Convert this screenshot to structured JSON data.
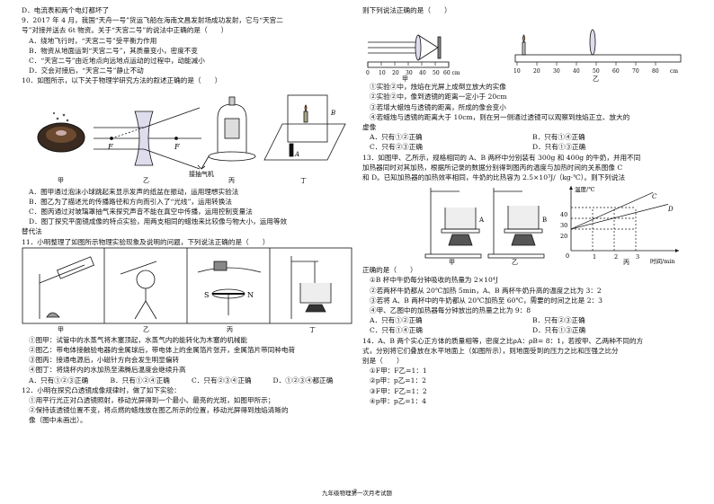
{
  "left": {
    "top_option": "D．电流表和两个电灯都坏了",
    "q9": {
      "stem": [
        "9．2017 年 4 月，我国“天舟一号”货运飞船在海南文昌发射场成功发射，它与“天宫二",
        "号”对接并送去 6t 物资。关于“天宫二号”的说法中正确的是（　　）"
      ],
      "options": [
        "A．绕地飞行时，“天宫二号”受平衡力作用",
        "B．物资从地面运到“天宫二号”，其质量变小，密度不变",
        "C．“天宫二号”由近地点向远地点运动的过程中，动能减小",
        "D．交会对接后，“天宫二号”静止不动"
      ]
    },
    "q10": {
      "stem": "10．如图所示，以下关于物理学研究方法的叙述正确的是（　　）",
      "fig_labels": {
        "F1": "F",
        "F2": "F",
        "pump": "接抽气机",
        "B": "B",
        "A": "A"
      },
      "captions": [
        "甲",
        "乙",
        "丙",
        "丁"
      ],
      "options": [
        "A．图甲通过泡沫小球跳起来显示发声的纸盆在振动，运用理想实验法",
        "B．图乙为了描述光的传播路径和方向而引入了“光线”，运用转换法",
        "C．图丙通过对玻璃罩抽气来探究声音不能在真空中传播，运用控制变量法",
        "D．图丁探究平面镜成像的特点实验，用两支相同的蜡烛来比较像与物大小，运用等效",
        "替代法"
      ]
    },
    "q11": {
      "stem": "11．小明整理了如图所示物理实验现象及说明的问题，下列说法正确的是（　　）",
      "fig_labels": {
        "S": "S",
        "N": "N"
      },
      "captions": [
        "甲",
        "乙",
        "丙",
        "丁"
      ],
      "statements": [
        "①图甲：试管中的水蒸气将木塞顶起，水蒸气内的能转化为木塞的机械能",
        "②图乙：带电体接触验电器的金属球后，带电体上的金属箔片张开，金属箔片带同种电荷",
        "③图丙：接通电源后，小磁针方向会发生明显偏转",
        "④图丁：将烧杯内的水加热至沸腾后温度会继续升高"
      ],
      "options": [
        "A．只有①②③正确",
        "B．只有①②④正确",
        "C．只有②③④正确",
        "D．①②③④都正确"
      ]
    },
    "q12": {
      "stem": "12．小明在探究凸透镜成像规律时，做了如下实验：",
      "items": [
        "①用平行光正对凸透镜照射，移动光屏得到一个最小、最亮的光斑，如图甲所示；",
        "②保持该透镜位置不变，将点燃的蜡烛放在图乙所示的位置，移动光屏得到烛焰清晰的",
        "像（图中未画出）。"
      ]
    }
  },
  "right": {
    "q12_cont": {
      "stem": "则下列说法正确的是（　　）",
      "fig1_ticks": [
        "0",
        "10",
        "20",
        "30",
        "40",
        "50",
        "60 cm"
      ],
      "fig2_ticks": [
        "10",
        "20",
        "30",
        "40",
        "50",
        "60",
        "70",
        "80"
      ],
      "fig2_unit": "cm",
      "captions": [
        "甲",
        "乙"
      ],
      "statements": [
        "①实验②中，烛焰在光屏上成倒立放大的实像",
        "②实验②中，像到透镜的距离一定小于 20cm",
        "③若增大蜡烛与透镜的距离，所成的像会变小",
        "④若蜡烛与透镜的距离大于 10cm，则在另一侧通过透镜可以观察到烛焰正立、放大的",
        "虚像"
      ],
      "options": [
        "A．只有①②正确",
        "B．只有①④正确",
        "C．只有②③正确",
        "D．只有①③正确"
      ]
    },
    "q13": {
      "stem": [
        "13．如图甲、乙所示，规格相同的 A、B 两杯中分别装有 300g 和 400g 的牛奶，并用不同",
        "加热器同时对其加热，根据所记录的数据分别得到图丙的温度与加热时间的关系图像 C",
        "和 D。已知加热器的加热效率相同，牛奶的比热容为 2.5×10³J/（kg·℃）。则下列说法"
      ],
      "cup_labels": {
        "A": "A",
        "B": "B"
      },
      "graph": {
        "y_title": "温度/℃",
        "x_title": "时间/min",
        "origin": "0",
        "y_ticks": [
          "20",
          "30",
          "40"
        ],
        "x_ticks": [
          "1",
          "2",
          "3"
        ],
        "lines": [
          "C",
          "D"
        ]
      },
      "captions": [
        "甲",
        "乙",
        "丙"
      ],
      "stem2": "正确的是（　　）",
      "statements": [
        "①B 杯中牛奶每分钟吸收的热量为 2×10⁴J",
        "②若两杯牛奶都从 20℃加热 5min，A、B 两杯牛奶升高的温度之比为 3：2",
        "③若将 A、B 两杯中的牛奶都从 20℃加热至 60℃，需要的时间之比是 2：3",
        "④甲、乙图中的加热器每分钟放出的热量之比为 9：8"
      ],
      "options": [
        "A．只有①②正确",
        "B．只有②③正确",
        "C．只有①④正确",
        "D．只有①③正确"
      ]
    },
    "q14": {
      "stem": [
        "14．A、B 两个实心正方体的质量相等，密度之比ρA：ρB= 8：1，若按甲、乙两种不同的方",
        "式，分别将它们叠放在水平地面上（如图所示），则地面受到的压力之比和压强之比分",
        "别是（　　）"
      ],
      "options": [
        "①F甲：F乙=1：1",
        "②p甲：p乙=1：2",
        "③F甲：F乙=1：2",
        "④p甲：p乙=1：4"
      ]
    }
  },
  "footer": {
    "exam_title": "九年级物理第一次月考试题",
    "page_number": "2"
  }
}
